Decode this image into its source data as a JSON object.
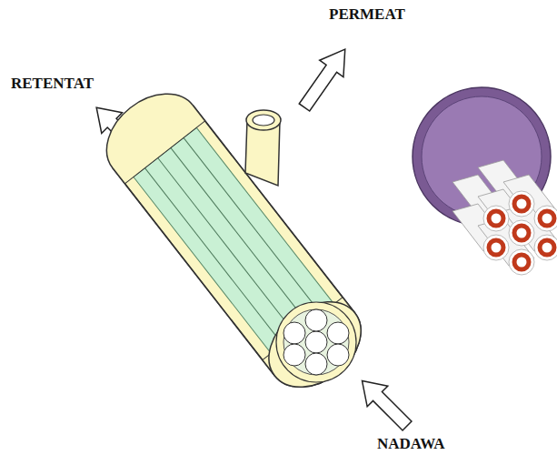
{
  "diagram": {
    "labels": [
      "RETENTAT",
      "PERMEAT",
      "NADAWA"
    ]
  }
}
